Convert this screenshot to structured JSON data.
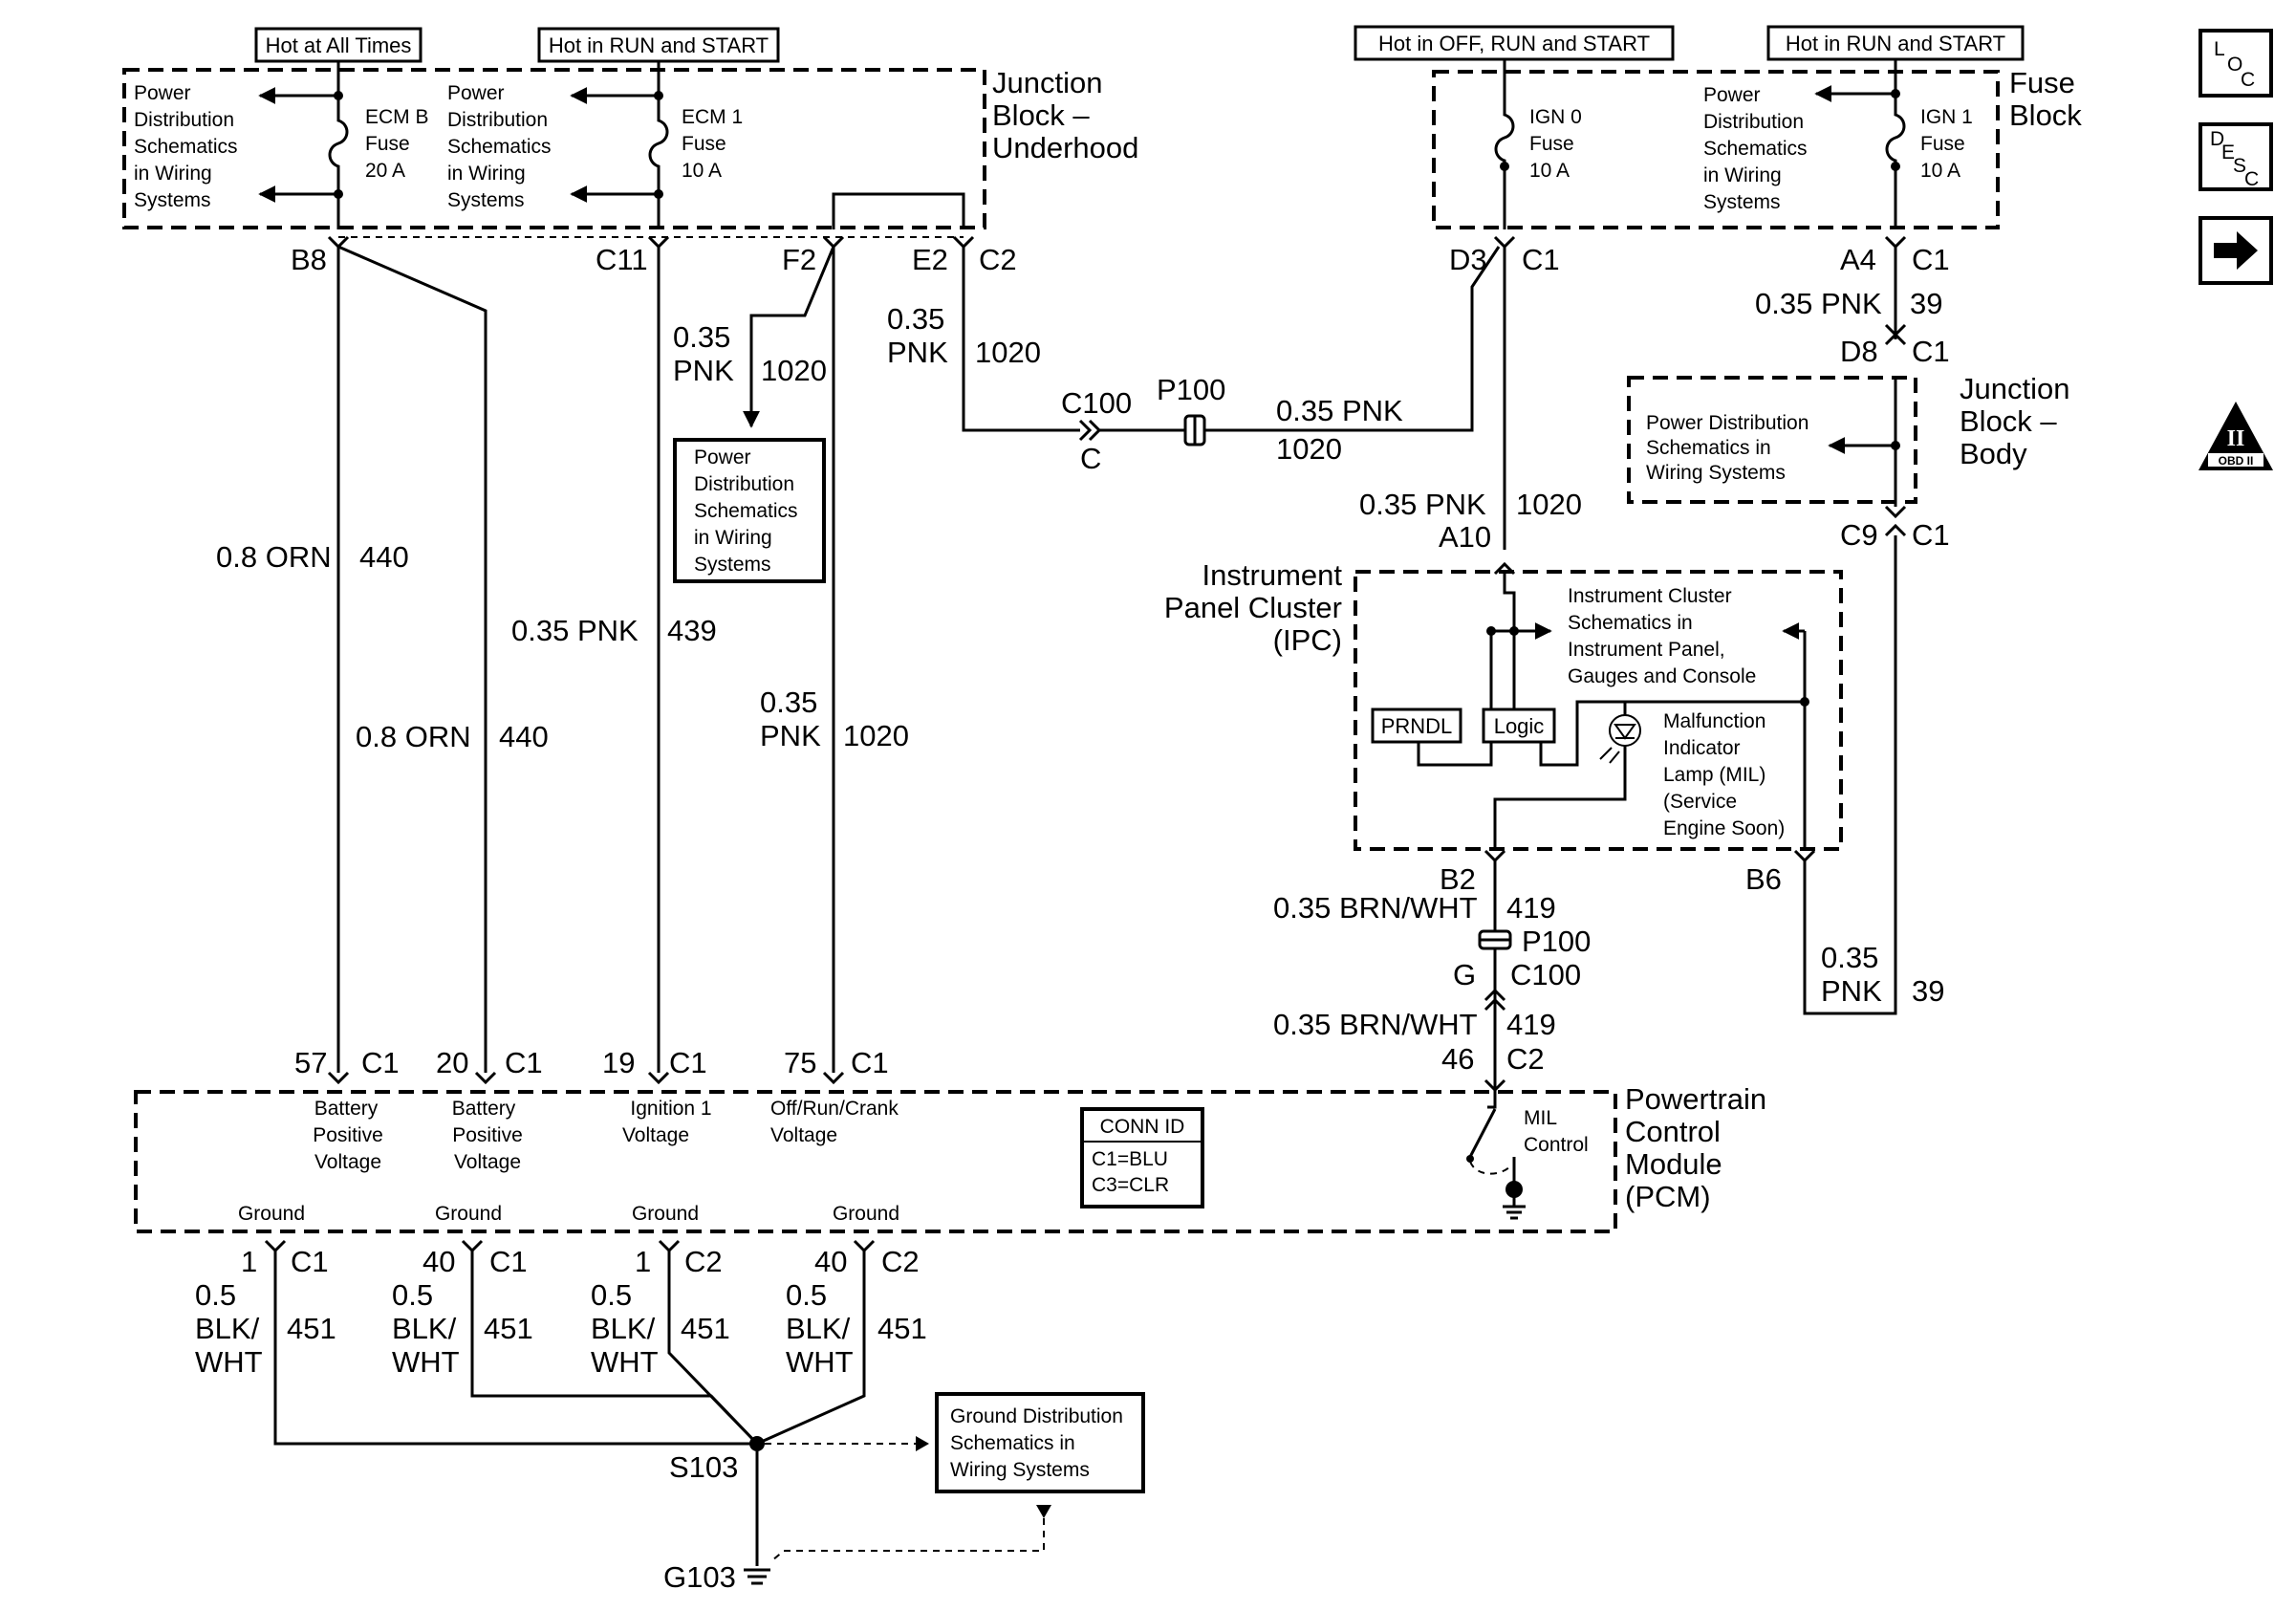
{
  "header_labels": {
    "hot_at_all_times": "Hot at All Times",
    "hot_in_run_start_left": "Hot in RUN and START",
    "hot_in_off_run_start": "Hot in OFF, RUN and START",
    "hot_in_run_start_right": "Hot in RUN and START"
  },
  "junction_block_underhood": {
    "title": [
      "Junction",
      "Block –",
      "Underhood"
    ],
    "ecm_b_fuse": [
      "ECM B",
      "Fuse",
      "20 A"
    ],
    "ecm_1_fuse": [
      "ECM 1",
      "Fuse",
      "10 A"
    ],
    "pds_left": [
      "Power",
      "Distribution",
      "Schematics",
      "in Wiring",
      "Systems"
    ],
    "pds_mid": [
      "Power",
      "Distribution",
      "Schematics",
      "in Wiring",
      "Systems"
    ]
  },
  "fuse_block": {
    "title": [
      "Fuse",
      "Block"
    ],
    "ign0_fuse": [
      "IGN 0",
      "Fuse",
      "10 A"
    ],
    "ign1_fuse": [
      "IGN 1",
      "Fuse",
      "10 A"
    ],
    "pds": [
      "Power",
      "Distribution",
      "Schematics",
      "in Wiring",
      "Systems"
    ]
  },
  "junction_block_body": {
    "title": [
      "Junction",
      "Block –",
      "Body"
    ],
    "pds": [
      "Power Distribution",
      "Schematics in",
      "Wiring Systems"
    ]
  },
  "ipc": {
    "title": [
      "Instrument",
      "Panel Cluster",
      "(IPC)"
    ],
    "ref": [
      "Instrument Cluster",
      "Schematics in",
      "Instrument Panel,",
      "Gauges and Console"
    ],
    "prndl": "PRNDL",
    "logic": "Logic",
    "mil": [
      "Malfunction",
      "Indicator",
      "Lamp (MIL)",
      "(Service",
      "Engine Soon)"
    ]
  },
  "pds_box_center": [
    "Power",
    "Distribution",
    "Schematics",
    "in Wiring",
    "Systems"
  ],
  "pcm": {
    "title": [
      "Powertrain",
      "Control",
      "Module",
      "(PCM)"
    ],
    "pins": {
      "bpv1": [
        "Battery",
        "Positive",
        "Voltage"
      ],
      "bpv2": [
        "Battery",
        "Positive",
        "Voltage"
      ],
      "ign1": [
        "Ignition 1",
        "Voltage"
      ],
      "orc": [
        "Off/Run/Crank",
        "Voltage"
      ],
      "mil_control": [
        "MIL",
        "Control"
      ]
    },
    "grounds": [
      "Ground",
      "Ground",
      "Ground",
      "Ground"
    ],
    "conn_id": [
      "CONN ID",
      "C1=BLU",
      "C3=CLR"
    ]
  },
  "ground_dist": [
    "Ground Distribution",
    "Schematics in",
    "Wiring Systems"
  ],
  "splice": "S103",
  "ground": "G103",
  "connectors": {
    "b8": "B8",
    "c11": "C11",
    "f2": "F2",
    "e2": "E2",
    "c2": "C2",
    "d3": "D3",
    "c1": "C1",
    "a4": "A4",
    "d8": "D8",
    "c9": "C9",
    "a10": "A10",
    "b2": "B2",
    "b6": "B6",
    "g": "G",
    "c": "C",
    "c100": "C100",
    "p100": "P100",
    "p57": "57",
    "p20": "20",
    "p19": "19",
    "p75": "75",
    "p46": "46",
    "g1": "1",
    "g40": "40",
    "g1b": "1",
    "g40b": "40"
  },
  "wires": {
    "orn_440_a": [
      "0.8 ORN",
      "440"
    ],
    "orn_440_b": [
      "0.8 ORN",
      "440"
    ],
    "pnk_439": [
      "0.35 PNK",
      "439"
    ],
    "pnk_1020_f2": [
      "0.35",
      "PNK",
      "1020"
    ],
    "pnk_1020_long": [
      "0.35",
      "PNK",
      "1020"
    ],
    "pnk_1020_e2": [
      "0.35",
      "PNK",
      "1020"
    ],
    "pnk_1020_c100": [
      "0.35 PNK",
      "1020"
    ],
    "pnk_1020_a10": [
      "0.35 PNK",
      "1020"
    ],
    "pnk_39_top": [
      "0.35 PNK",
      "39"
    ],
    "pnk_39_bot": [
      "0.35",
      "PNK",
      "39"
    ],
    "brn_419_a": [
      "0.35 BRN/WHT",
      "419"
    ],
    "brn_419_b": [
      "0.35 BRN/WHT",
      "419"
    ],
    "blk_451": [
      "0.5",
      "BLK/",
      "WHT",
      "451"
    ]
  },
  "side_icons": {
    "loc": [
      "L",
      "O",
      "C"
    ],
    "desc": [
      "D",
      "E",
      "S",
      "C"
    ],
    "obd": [
      "II",
      "OBD II"
    ]
  }
}
